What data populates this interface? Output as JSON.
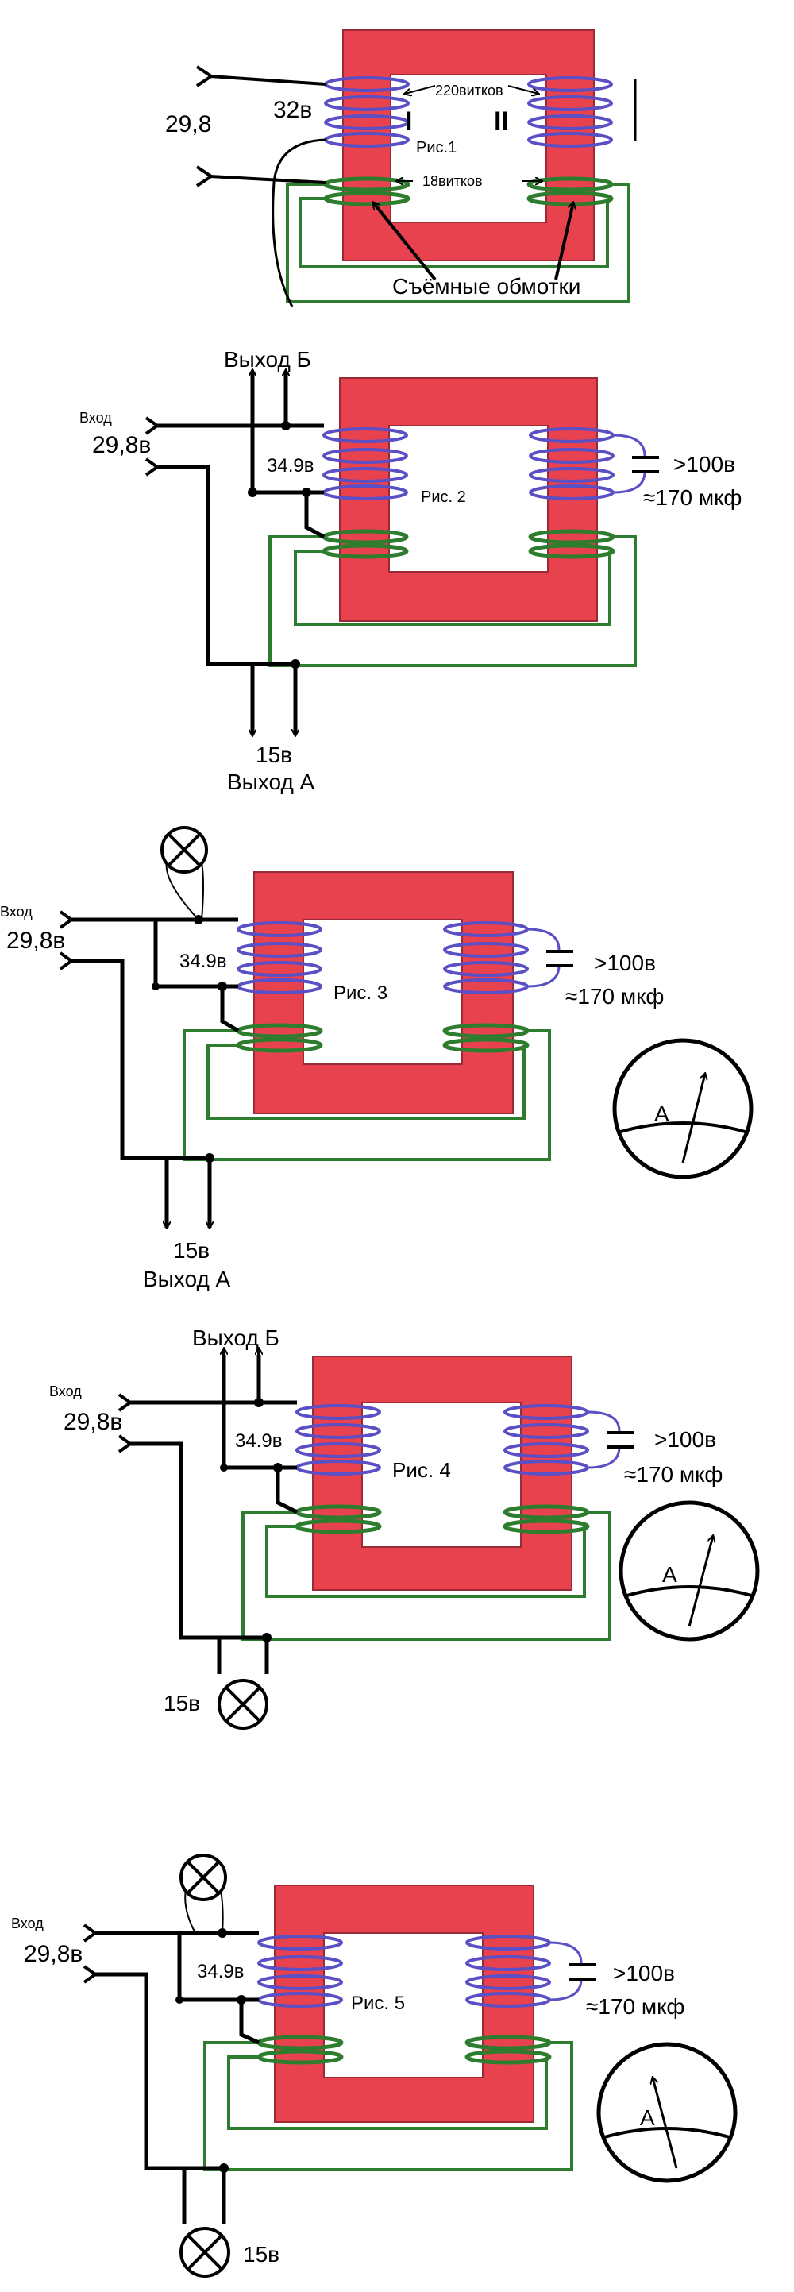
{
  "colors": {
    "core": "#e8424f",
    "core_edge": "#9a2a35",
    "primary_coil": "#5a4fc4",
    "secondary_coil": "#2e7d2e",
    "wire": "#000000"
  },
  "fig1": {
    "title": "Рис.1",
    "input_voltage": "29,8",
    "winding_voltage": "32в",
    "turns_primary": "220витков",
    "turns_secondary": "18витков",
    "winding_1": "I",
    "winding_2": "II",
    "removable_windings": "Съёмные обмотки"
  },
  "fig2": {
    "title": "Рис. 2",
    "input_label": "Вход",
    "input_voltage": "29,8в",
    "winding_voltage": "34.9в",
    "output_b": "Выход Б",
    "cap_voltage": ">100в",
    "cap_value": "≈170 мкф",
    "output_voltage": "15в",
    "output_a": "Выход А"
  },
  "fig3": {
    "title": "Рис. 3",
    "input_label": "Вход",
    "input_voltage": "29,8в",
    "winding_voltage": "34.9в",
    "cap_voltage": ">100в",
    "cap_value": "≈170 мкф",
    "output_voltage": "15в",
    "output_a": "Выход А",
    "meter": "A"
  },
  "fig4": {
    "title": "Рис. 4",
    "input_label": "Вход",
    "input_voltage": "29,8в",
    "winding_voltage": "34.9в",
    "output_b": "Выход Б",
    "cap_voltage": ">100в",
    "cap_value": "≈170 мкф",
    "output_voltage": "15в",
    "meter": "A"
  },
  "fig5": {
    "title": "Рис. 5",
    "input_label": "Вход",
    "input_voltage": "29,8в",
    "winding_voltage": "34.9в",
    "cap_voltage": ">100в",
    "cap_value": "≈170 мкф",
    "output_voltage": "15в",
    "meter": "A"
  }
}
